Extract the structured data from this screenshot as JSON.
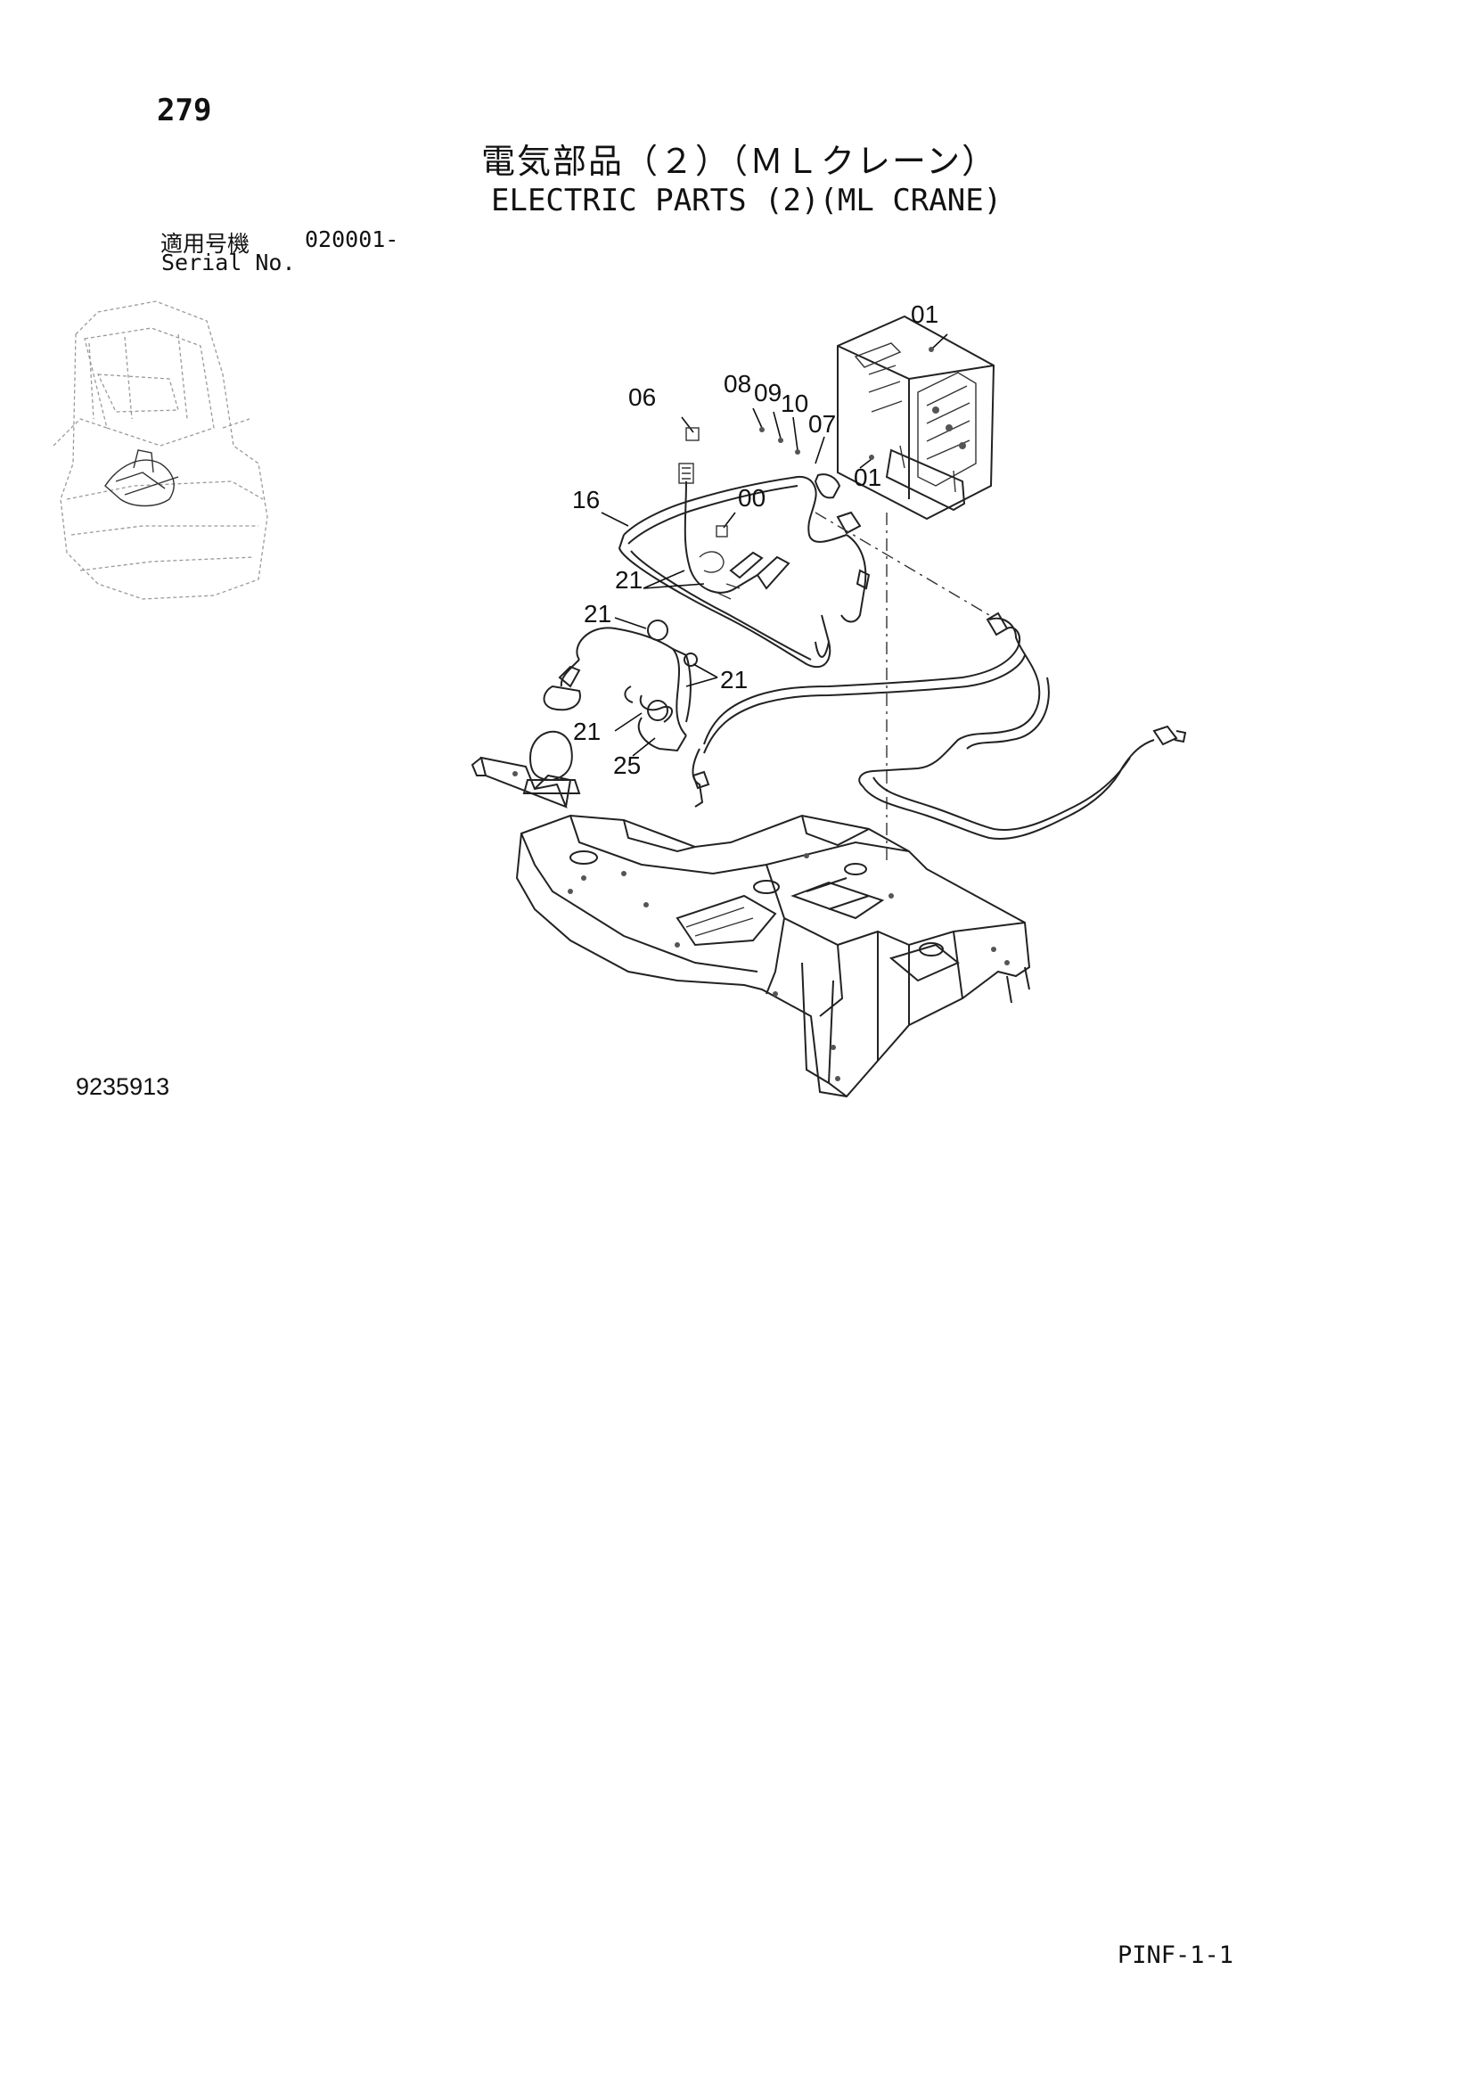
{
  "header": {
    "page_number": "279",
    "title_jp": "電気部品（２）（ＭＬクレーン）",
    "title_en": "ELECTRIC PARTS (2)(ML CRANE)",
    "serial_label_jp": "適用号機",
    "serial_value": "020001-",
    "serial_label_en": "Serial No."
  },
  "diagram": {
    "callouts": [
      "01",
      "06",
      "08",
      "09",
      "10",
      "07",
      "01",
      "16",
      "00",
      "21",
      "21",
      "21",
      "21",
      "25"
    ]
  },
  "footer": {
    "drawing_number": "9235913",
    "page_code": "PINF-1-1"
  },
  "colors": {
    "ink": "#111111",
    "faint_ink": "#9a9a9a",
    "paper": "#ffffff"
  }
}
